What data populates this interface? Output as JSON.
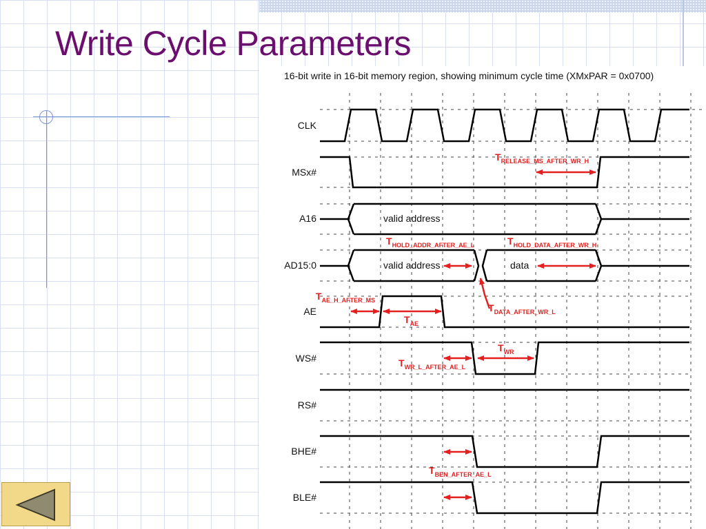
{
  "slide": {
    "title": "Write Cycle Parameters",
    "caption": "16-bit write in 16-bit memory region, showing minimum cycle time (XMxPAR = 0x0700)"
  },
  "colors": {
    "title": "#6a0f6e",
    "annotation": "#e41f1f",
    "trace": "#000000",
    "grid": "#d9dff0",
    "nav_button": "#f2d98a"
  },
  "signals": [
    "CLK",
    "MSx#",
    "A16",
    "AD15:0",
    "AE",
    "WS#",
    "RS#",
    "BHE#",
    "BLE#"
  ],
  "bus_labels": {
    "a16_address": "valid address",
    "ad_address": "valid address",
    "ad_data": "data"
  },
  "timing_params": [
    {
      "main": "T",
      "sub": "RELEASE_MS_AFTER_WR_H"
    },
    {
      "main": "T",
      "sub": "HOLD_ADDR_AFTER_AE_L"
    },
    {
      "main": "T",
      "sub": "HOLD_DATA_AFTER_WR_H"
    },
    {
      "main": "T",
      "sub": "AE_H_AFTER_MS"
    },
    {
      "main": "T",
      "sub": "DATA_AFTER_WR_L"
    },
    {
      "main": "T",
      "sub": "AE"
    },
    {
      "main": "T",
      "sub": "WR"
    },
    {
      "main": "T",
      "sub": "WR_L_AFTER_AE_L"
    },
    {
      "main": "T",
      "sub": "BEN_AFTER_AE_L"
    }
  ],
  "nav": {
    "back_icon": "triangle-left-icon"
  }
}
